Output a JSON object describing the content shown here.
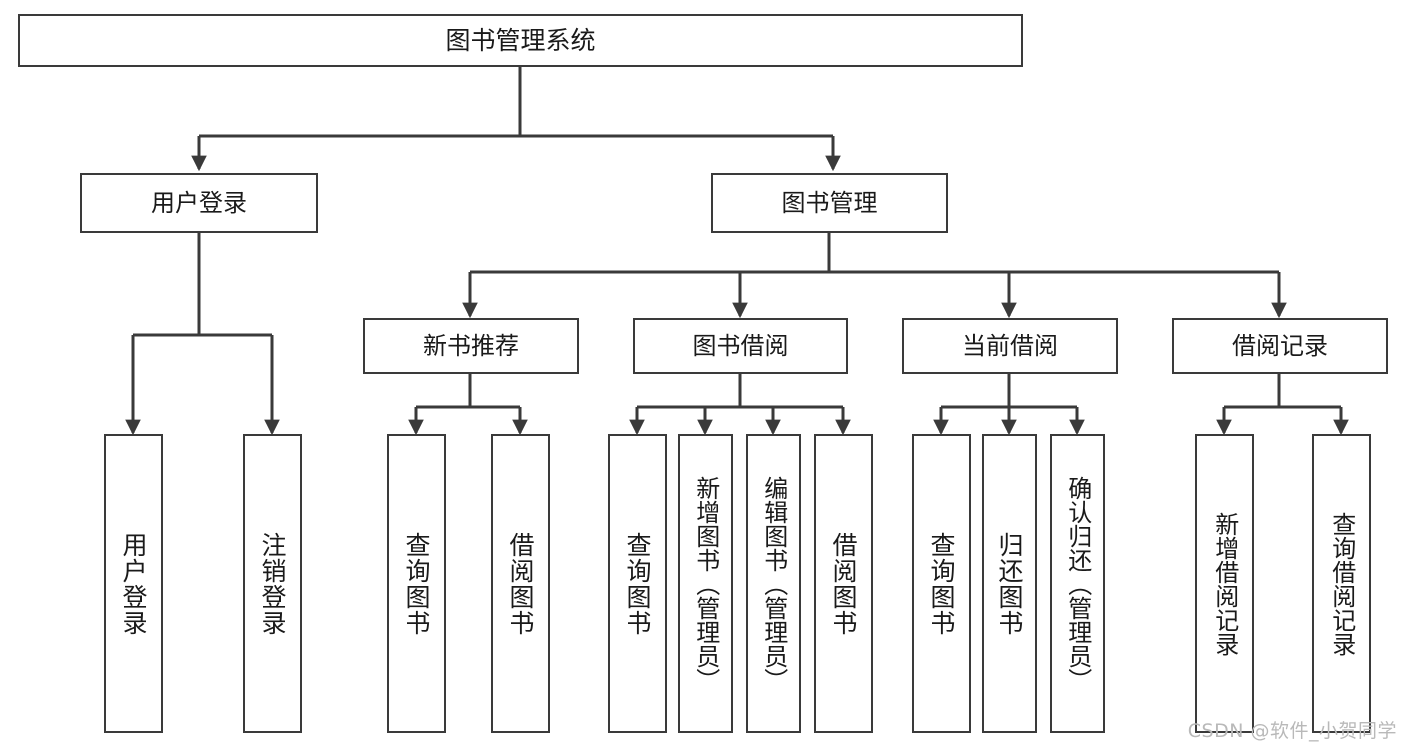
{
  "diagram": {
    "title": "图书管理系统",
    "type": "hierarchy-tree",
    "root": {
      "label": "图书管理系统"
    },
    "tier1": [
      {
        "label": "用户登录"
      },
      {
        "label": "图书管理"
      }
    ],
    "tier2": [
      {
        "label": "新书推荐"
      },
      {
        "label": "图书借阅"
      },
      {
        "label": "当前借阅"
      },
      {
        "label": "借阅记录"
      }
    ],
    "leaves": {
      "user_login": [
        {
          "label": "用户登录"
        },
        {
          "label": "注销登录"
        }
      ],
      "new_book_recommend": [
        {
          "label": "查询图书"
        },
        {
          "label": "借阅图书"
        }
      ],
      "book_borrow": [
        {
          "label": "查询图书"
        },
        {
          "label": "新增图书（管理员）"
        },
        {
          "label": "编辑图书（管理员）"
        },
        {
          "label": "借阅图书"
        }
      ],
      "current_borrow": [
        {
          "label": "查询图书"
        },
        {
          "label": "归还图书"
        },
        {
          "label": "确认归还（管理员）"
        }
      ],
      "borrow_record": [
        {
          "label": "新增借阅记录"
        },
        {
          "label": "查询借阅记录"
        }
      ]
    }
  },
  "watermark": {
    "text": "CSDN @软件_小贺同学"
  },
  "colors": {
    "stroke": "#3a3a3a",
    "background": "#ffffff",
    "text": "#1a1a1a",
    "watermark": "#b9b9b9"
  }
}
